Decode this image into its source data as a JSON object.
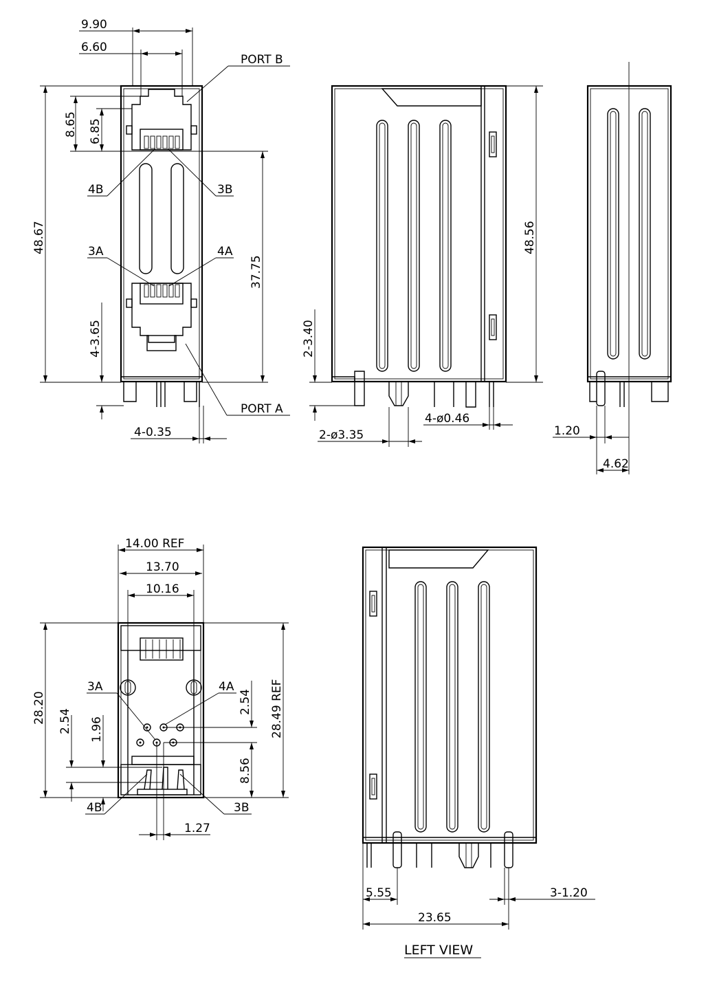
{
  "front_view": {
    "dims": {
      "d_9_90": "9.90",
      "d_6_60": "6.60",
      "d_8_65": "8.65",
      "d_6_85": "6.85",
      "d_48_67": "48.67",
      "d_37_75": "37.75",
      "d_4_3_65": "4-3.65",
      "d_4_0_35": "4-0.35"
    },
    "callouts": {
      "port_b": "PORT B",
      "port_a": "PORT A",
      "c_4b": "4B",
      "c_3b": "3B",
      "c_3a": "3A",
      "c_4a": "4A"
    }
  },
  "side_view": {
    "dims": {
      "d_48_56": "48.56",
      "d_2_3_40": "2-3.40",
      "d_4_phi_0_46": "4-ø0.46",
      "d_2_phi_3_35": "2-ø3.35"
    }
  },
  "back_view": {
    "dims": {
      "d_1_20": "1.20",
      "d_4_62": "4.62"
    }
  },
  "bottom_view": {
    "dims": {
      "d_14_00_ref": "14.00 REF",
      "d_13_70": "13.70",
      "d_10_16": "10.16",
      "d_28_20": "28.20",
      "d_2_54_left": "2.54",
      "d_1_96": "1.96",
      "d_2_54_right": "2.54",
      "d_8_56": "8.56",
      "d_28_49_ref": "28.49 REF",
      "d_1_27": "1.27"
    },
    "callouts": {
      "c_3a": "3A",
      "c_4a": "4A",
      "c_4b": "4B",
      "c_3b": "3B"
    }
  },
  "left_view": {
    "title": "LEFT VIEW",
    "dims": {
      "d_5_55": "5.55",
      "d_3_1_20": "3-1.20",
      "d_23_65": "23.65"
    }
  }
}
